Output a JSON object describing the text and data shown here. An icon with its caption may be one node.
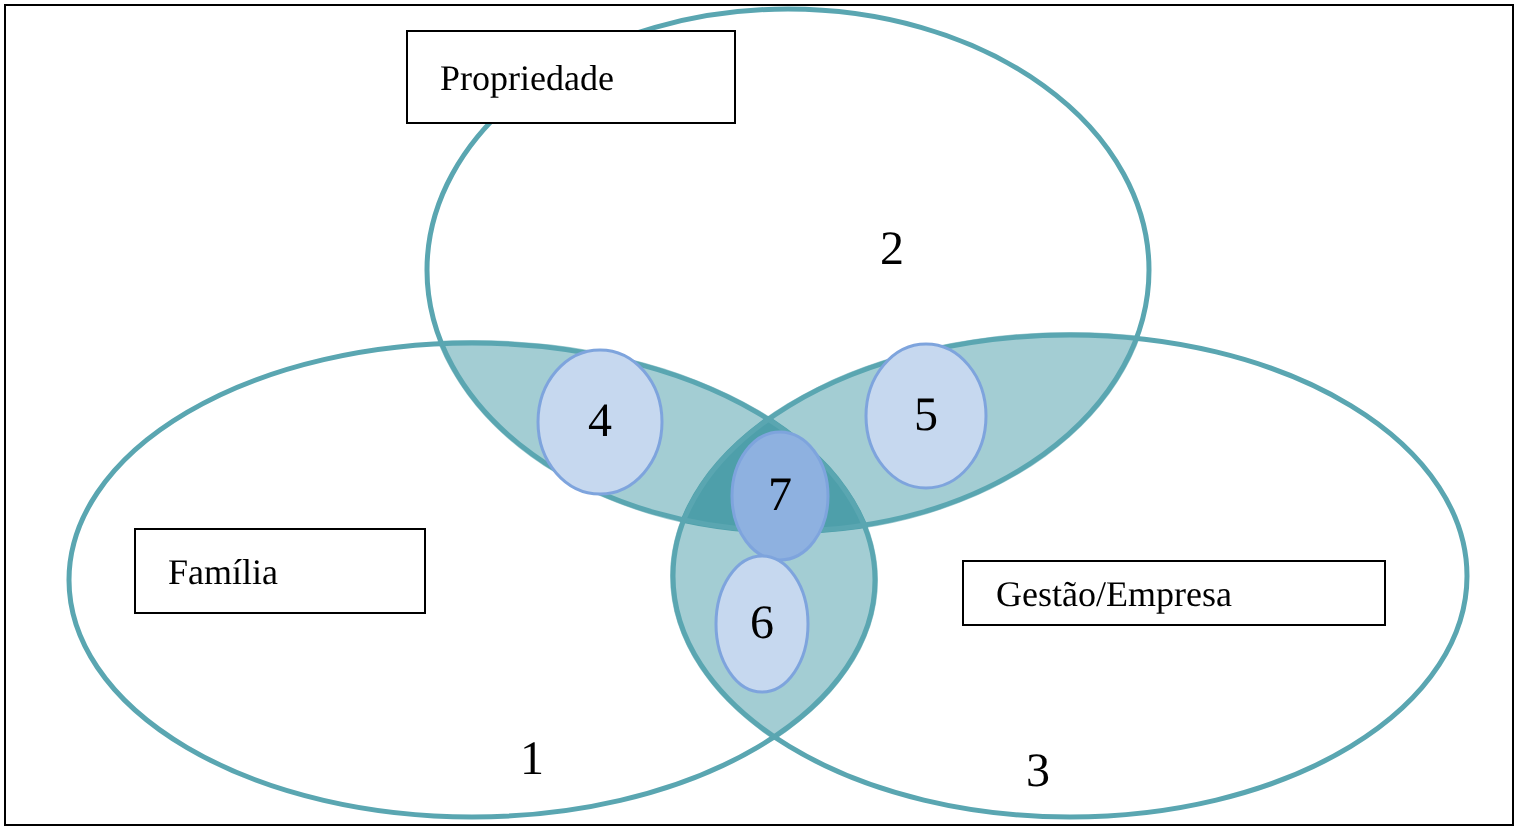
{
  "diagram": {
    "nodes": [
      {
        "text": [
          "Propriedade"
        ]
      },
      {
        "text": [
          "2"
        ]
      },
      {
        "text": [
          "1"
        ]
      },
      {
        "text": [
          "3"
        ]
      },
      {
        "text": [
          "Família"
        ],
        "in": 2
      },
      {
        "text": [
          "4"
        ]
      },
      {
        "text": [
          "5"
        ]
      },
      {
        "text": [
          "7"
        ]
      },
      {
        "text": [
          "6"
        ]
      },
      {
        "text": [
          "Gestão/Empresa"
        ],
        "in": 3
      }
    ]
  }
}
